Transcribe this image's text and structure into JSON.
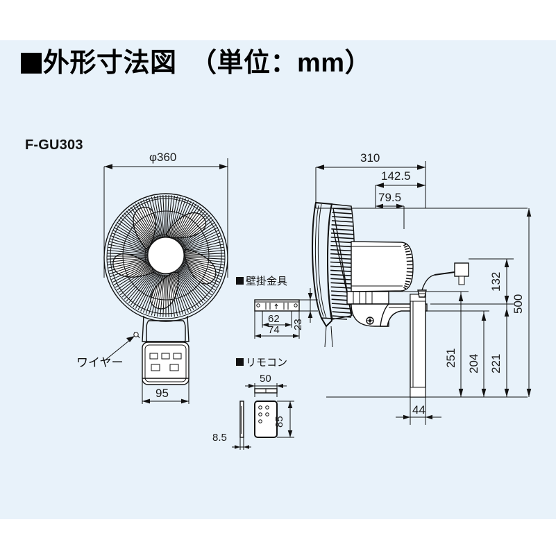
{
  "page": {
    "background_color": "#ffffff",
    "panel_color": "#e8f2fa",
    "ink_color": "#111111"
  },
  "header": {
    "bullet": "■",
    "title": "外形寸法図　（単位：mm）"
  },
  "model": {
    "code": "F-GU303"
  },
  "front_view": {
    "diameter_label": "φ360",
    "base_width_label": "95",
    "wire_callout": "ワイヤー"
  },
  "side_view": {
    "depth_total": "310",
    "depth_mid": "142.5",
    "depth_small": "79.5",
    "height_total": "500",
    "height_cord": "132",
    "height_a": "251",
    "height_b": "204",
    "height_c": "221",
    "plate_width": "44"
  },
  "bracket": {
    "bullet": "■",
    "title": "壁掛金具",
    "width_inner": "62",
    "width_outer": "74",
    "height": "23"
  },
  "remote": {
    "bullet": "■",
    "title": "リモコン",
    "width": "50",
    "height": "85",
    "thickness": "8.5"
  }
}
